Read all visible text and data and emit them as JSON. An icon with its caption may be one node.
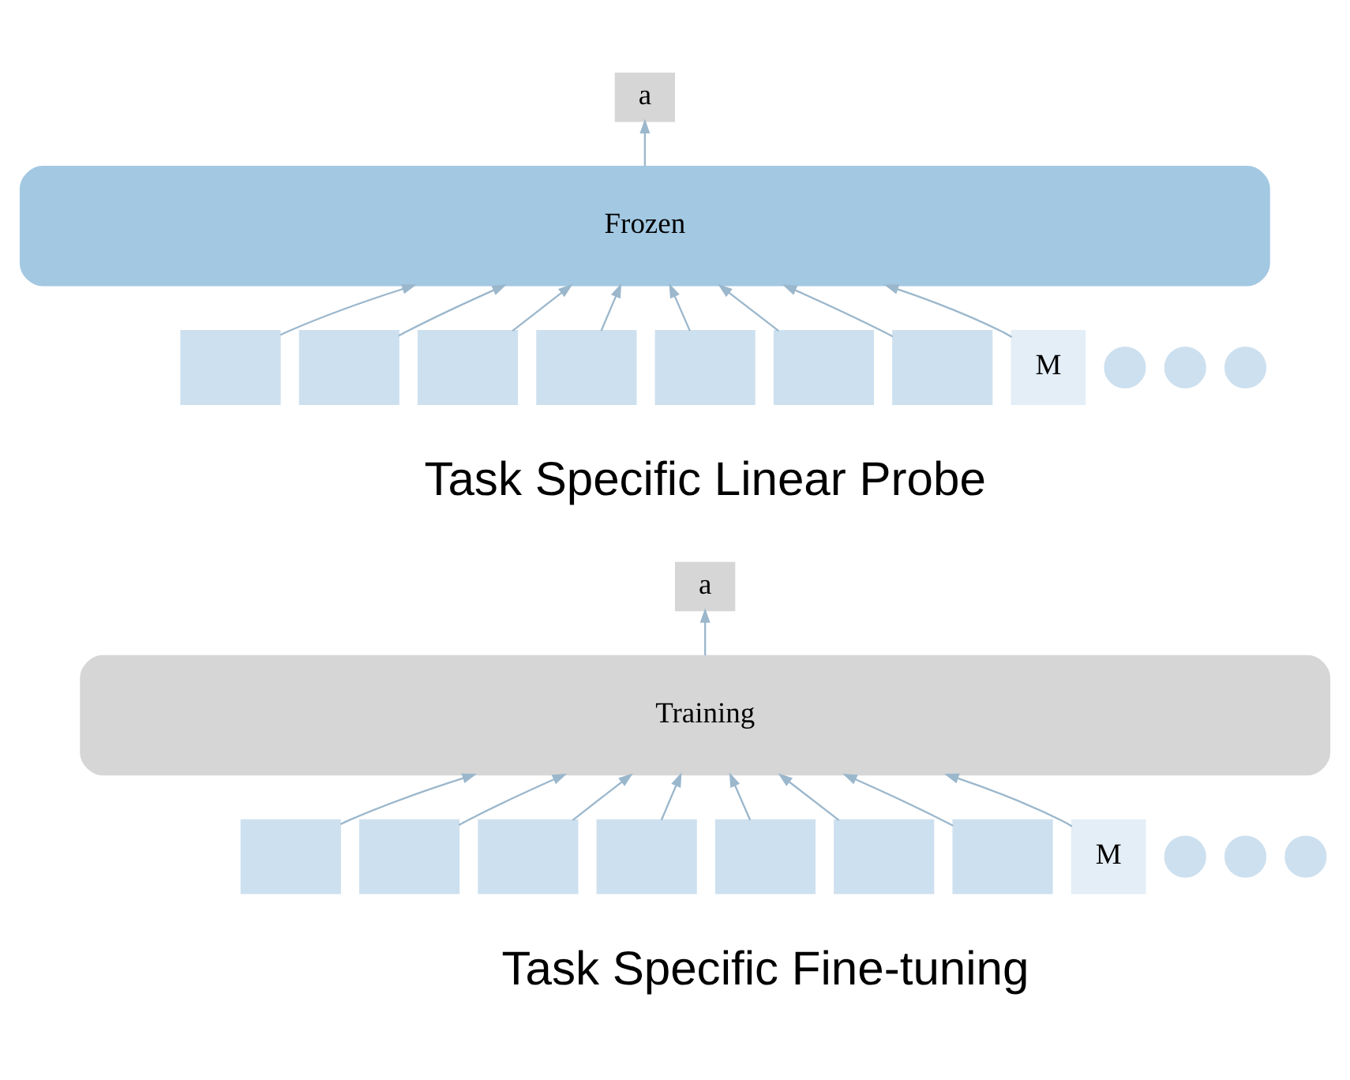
{
  "diagram": {
    "nodes": [
      {
        "text": [
          "a"
        ]
      },
      {
        "text": [
          "Frozen"
        ]
      },
      {
        "text": [],
        "shape": "box"
      },
      {
        "text": [],
        "shape": "box"
      },
      {
        "text": [],
        "shape": "box"
      },
      {
        "text": [],
        "shape": "box"
      },
      {
        "text": [],
        "shape": "box"
      },
      {
        "text": [],
        "shape": "box"
      },
      {
        "text": [],
        "shape": "circle"
      },
      {
        "text": [],
        "shape": "circle"
      },
      {
        "text": [],
        "shape": "circle"
      },
      {
        "text": [],
        "shape": "box"
      },
      {
        "text": [
          "M"
        ]
      },
      {
        "text": [
          "a"
        ]
      },
      {
        "text": [
          "Training"
        ]
      },
      {
        "text": [],
        "shape": "box"
      },
      {
        "text": [],
        "shape": "box"
      },
      {
        "text": [],
        "shape": "box"
      },
      {
        "text": [],
        "shape": "box"
      },
      {
        "text": [],
        "shape": "box"
      },
      {
        "text": [],
        "shape": "box"
      },
      {
        "text": [],
        "shape": "circle"
      },
      {
        "text": [],
        "shape": "circle"
      },
      {
        "text": [],
        "shape": "circle"
      },
      {
        "text": [],
        "shape": "box"
      },
      {
        "text": [
          "M"
        ]
      }
    ],
    "edges": [
      {
        "from": 2,
        "to": 1,
        "arrow": "to"
      },
      {
        "from": 3,
        "to": 1,
        "arrow": "to"
      },
      {
        "from": 4,
        "to": 1,
        "arrow": "to"
      },
      {
        "from": 5,
        "to": 1,
        "arrow": "to"
      },
      {
        "from": 6,
        "to": 1,
        "arrow": "to"
      },
      {
        "from": 7,
        "to": 1,
        "arrow": "to"
      },
      {
        "from": 11,
        "to": 1,
        "arrow": "to"
      },
      {
        "from": 12,
        "to": 1,
        "arrow": "to"
      },
      {
        "from": 1,
        "to": 0,
        "arrow": "to"
      },
      {
        "from": 15,
        "to": 14,
        "arrow": "to"
      },
      {
        "from": 16,
        "to": 14,
        "arrow": "to"
      },
      {
        "from": 17,
        "to": 14,
        "arrow": "to"
      },
      {
        "from": 18,
        "to": 14,
        "arrow": "to"
      },
      {
        "from": 19,
        "to": 14,
        "arrow": "to"
      },
      {
        "from": 20,
        "to": 14,
        "arrow": "to"
      },
      {
        "from": 24,
        "to": 14,
        "arrow": "to"
      },
      {
        "from": 25,
        "to": 14,
        "arrow": "to"
      },
      {
        "from": 14,
        "to": 13,
        "arrow": "to"
      }
    ],
    "labels": [
      "Task Specific Linear Probe",
      "Task Specific Fine-tuning"
    ]
  }
}
